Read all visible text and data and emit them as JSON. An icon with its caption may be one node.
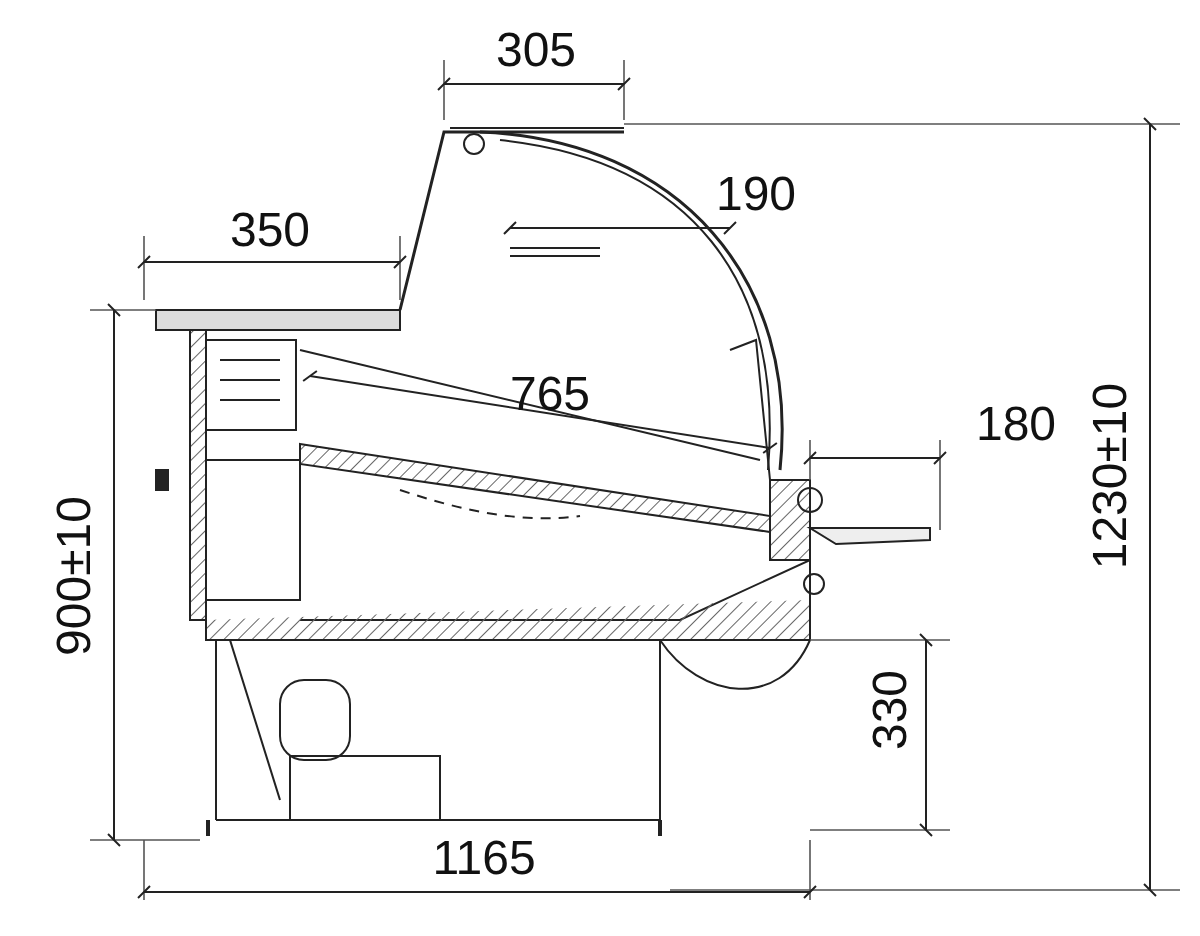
{
  "diagram": {
    "labels": [
      "305",
      "190",
      "350",
      "765",
      "180",
      "1230±10",
      "900±10",
      "330",
      "1165"
    ]
  }
}
